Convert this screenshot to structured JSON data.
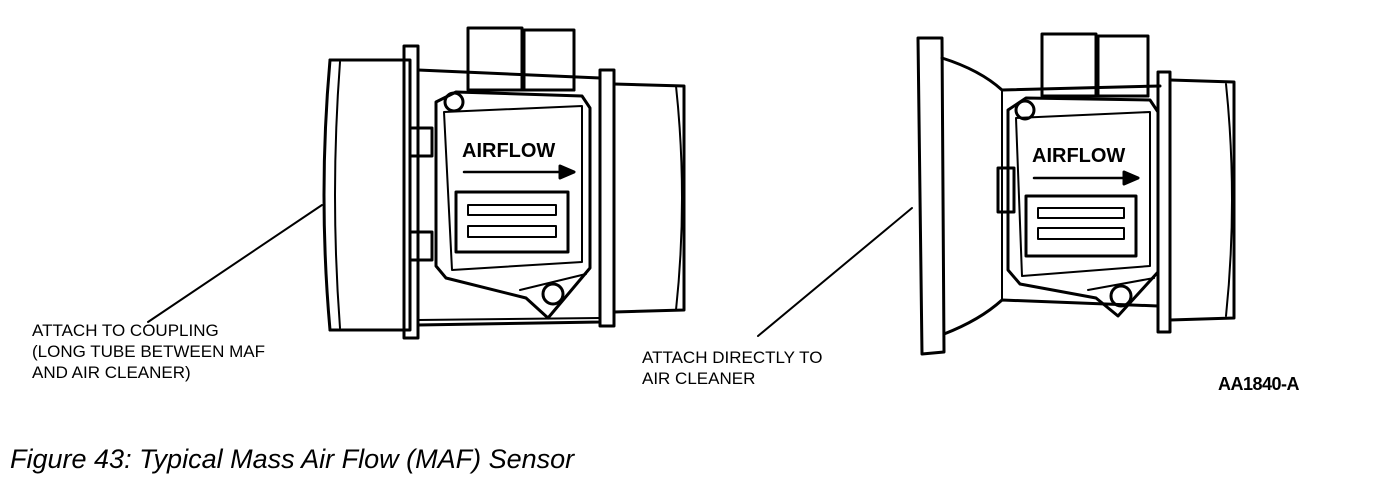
{
  "diagram": {
    "left_sensor": {
      "airflow_label": "AIRFLOW",
      "callout_lines": [
        "ATTACH TO COUPLING",
        "(LONG TUBE BETWEEN MAF",
        "AND AIR CLEANER)"
      ]
    },
    "right_sensor": {
      "airflow_label": "AIRFLOW",
      "callout_lines": [
        "ATTACH DIRECTLY TO",
        "AIR CLEANER"
      ]
    },
    "figure_code": "AA1840-A"
  },
  "caption": "Figure 43: Typical Mass Air Flow (MAF) Sensor",
  "colors": {
    "ink": "#000000",
    "paper": "#ffffff"
  }
}
